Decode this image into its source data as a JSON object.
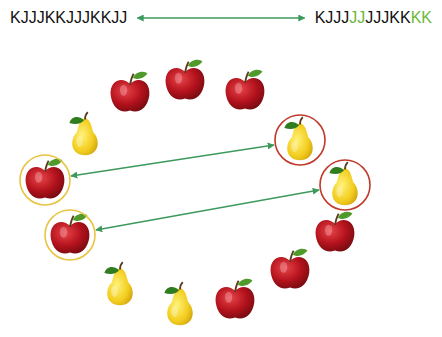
{
  "diagram": {
    "nodes": [
      {
        "text": [
          "KJJJKKJJJKKJJ"
        ]
      },
      {
        "text": [
          "KJJJJJJJJKKKK"
        ]
      }
    ],
    "edges": [
      {
        "from": 0,
        "to": 1,
        "arrow": "both"
      }
    ]
  }
}
